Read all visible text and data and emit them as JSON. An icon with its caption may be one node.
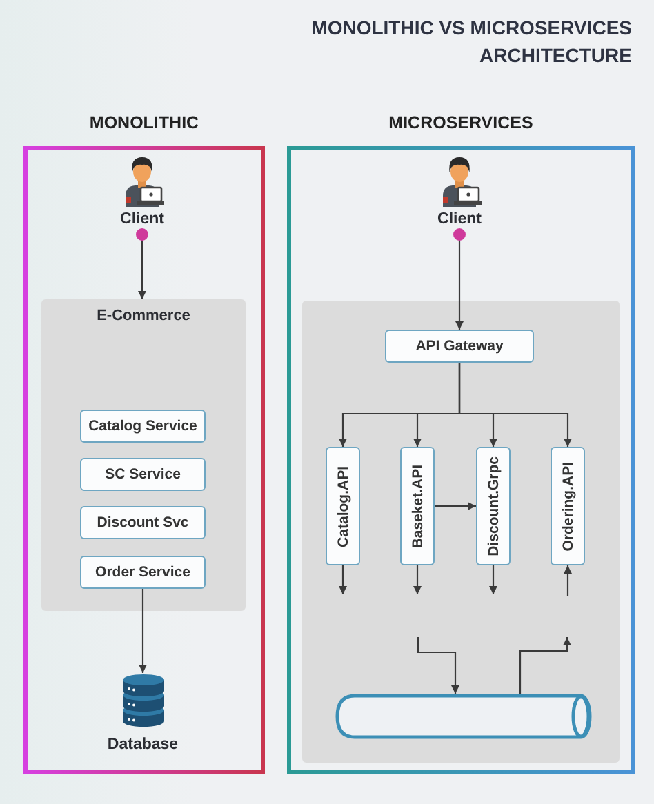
{
  "diagram": {
    "title": "MONOLITHIC VS MICROSERVICES ARCHITECTURE",
    "nodes": [
      {
        "text": [
          "MONOLITHIC"
        ]
      },
      {
        "text": [
          "Client"
        ],
        "in": 0
      },
      {
        "text": [
          "E-Commerce"
        ],
        "in": 0
      },
      {
        "text": [
          "Catalog Service"
        ],
        "in": 2
      },
      {
        "text": [
          "SC Service"
        ],
        "in": 2
      },
      {
        "text": [
          "Discount Svc"
        ],
        "in": 2
      },
      {
        "text": [
          "Order Service"
        ],
        "in": 2
      },
      {
        "text": [
          "Database"
        ],
        "in": 0
      },
      {
        "text": [
          "MICROSERVICES"
        ]
      },
      {
        "text": [
          "Client"
        ],
        "in": 8
      },
      {
        "text": [],
        "shape": "box",
        "in": 8
      },
      {
        "text": [
          "API Gateway"
        ],
        "in": 10
      },
      {
        "text": [
          "Catalog.API"
        ],
        "in": 10
      },
      {
        "text": [
          "Baseket.API"
        ],
        "in": 10
      },
      {
        "text": [
          "Discount.Grpc"
        ],
        "in": 10
      },
      {
        "text": [
          "Ordering.API"
        ],
        "in": 10
      },
      {
        "text": [],
        "shape": "cylinder",
        "in": 10
      }
    ],
    "edges": [
      {
        "from": 1,
        "to": 2,
        "arrow": "to"
      },
      {
        "from": 6,
        "to": 7,
        "arrow": "to"
      },
      {
        "from": 9,
        "to": 11,
        "arrow": "to"
      },
      {
        "from": 11,
        "to": 12,
        "arrow": "to"
      },
      {
        "from": 11,
        "to": 13,
        "arrow": "to"
      },
      {
        "from": 11,
        "to": 14,
        "arrow": "to"
      },
      {
        "from": 11,
        "to": 15,
        "arrow": "to"
      },
      {
        "from": 13,
        "to": 14,
        "arrow": "to"
      },
      {
        "from": 12,
        "to": null,
        "arrow": "to"
      },
      {
        "from": 13,
        "to": null,
        "arrow": "to"
      },
      {
        "from": 14,
        "to": null,
        "arrow": "to"
      },
      {
        "from": null,
        "to": 15,
        "arrow": "to"
      },
      {
        "from": null,
        "to": 16,
        "arrow": "to"
      },
      {
        "from": 16,
        "to": null,
        "arrow": "to"
      }
    ]
  }
}
